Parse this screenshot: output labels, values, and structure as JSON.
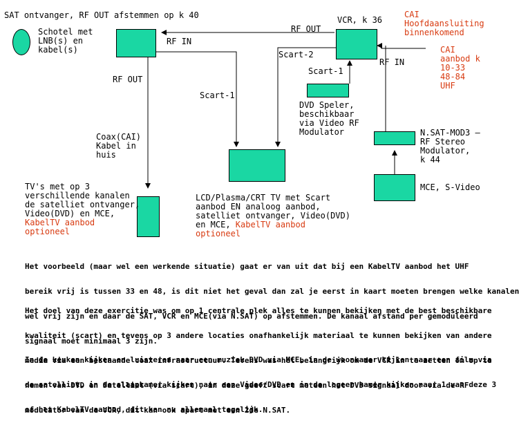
{
  "diagram": {
    "title": "SAT ontvanger, RF OUT afstemmen op k 40",
    "dish_label_lines": [
      "Schotel met",
      "LNB(s) en",
      "kabel(s)"
    ],
    "sat_rf_in": "RF IN",
    "sat_rf_out": "RF OUT",
    "vcr_title": "VCR, k 36",
    "vcr_rf_out": "RF OUT",
    "vcr_scart2": "Scart-2",
    "vcr_scart1": "Scart-1",
    "vcr_rf_in": "RF IN",
    "scart1_tv": "Scart-1",
    "cai_main_lines": [
      "CAI",
      "Hoofdaansluiting",
      "binnenkomend"
    ],
    "cai_offer_lines": [
      "CAI",
      "aanbod k",
      "10-33",
      "48-84",
      "UHF"
    ],
    "dvd_lines": [
      "DVD Speler,",
      "beschikbaar",
      "via Video RF",
      "Modulator"
    ],
    "coax_lines": [
      "Coax(CAI)",
      "Kabel in",
      "huis"
    ],
    "modulator_lines": [
      "N.SAT-MOD3 –",
      "RF Stereo",
      "Modulator,",
      "k 44"
    ],
    "mce_label": "MCE, S-Video",
    "tvs_lines": [
      "TV's met op 3",
      "verschillende kanalen",
      "de satelliet ontvanger,",
      "Video(DVD) en MCE,"
    ],
    "tvs_red_lines": [
      "KabelTV aanbod",
      "optioneel"
    ],
    "main_tv_lines": [
      "LCD/Plasma/CRT TV met Scart",
      "aanbod EN analoog aanbod,",
      "satelliet ontvanger, Video(DVD)"
    ],
    "main_tv_last_black": "en MCE, ",
    "main_tv_last_red": "KabelTV aanbod",
    "main_tv_red_tail": "optioneel"
  },
  "paragraphs": [
    [
      "Het voorbeeld (maar wel een werkende situatie) gaat er van uit dat bij een KabelTV aanbod het UHF",
      "bereik vrij is tussen 33 en 48, is dit niet het geval dan zal je eerst in kaart moeten brengen welke kanalen",
      "wel vrij zijn en daar de SAT, VCR en MCE(via N.SAT) op afstemmen. De kanaal afstand per gemoduleerd",
      "signaal moet minimaal 3 zijn."
    ],
    [
      "Het doel van deze exercitie was om op 1 centrale plek alles te kunnen bekijken met de best beschikbare",
      "kwaliteit (scart) en tevens op 3 andere locaties onafhankelijk materiaal te kunnen bekijken van andere",
      "media via een bestaande coax infrastructuur. Tevens was het belangrijk om de VCR in te zetten om op te",
      "nemen van DVD en Satelliet (via scart), in deze geeft scart meteen het DVD signaal door via de RF",
      "modulator van de VCR, dit kan ook apart met een 2de N.SAT."
    ],
    [
      "In de keuken kijken en luisteren naar een muziek DVD via MCE, in de woonkamer kijken naar een film via",
      "de satelliet, in de slaapkamer kijken naar een Video/DVD en in de logeer kamer kijken naar 1 van deze 3",
      "of het KabelTV aanbod, dit kan nu allemaal tegelijk."
    ]
  ],
  "colors": {
    "box": "#1ad7a3",
    "accent": "#d83a10"
  }
}
